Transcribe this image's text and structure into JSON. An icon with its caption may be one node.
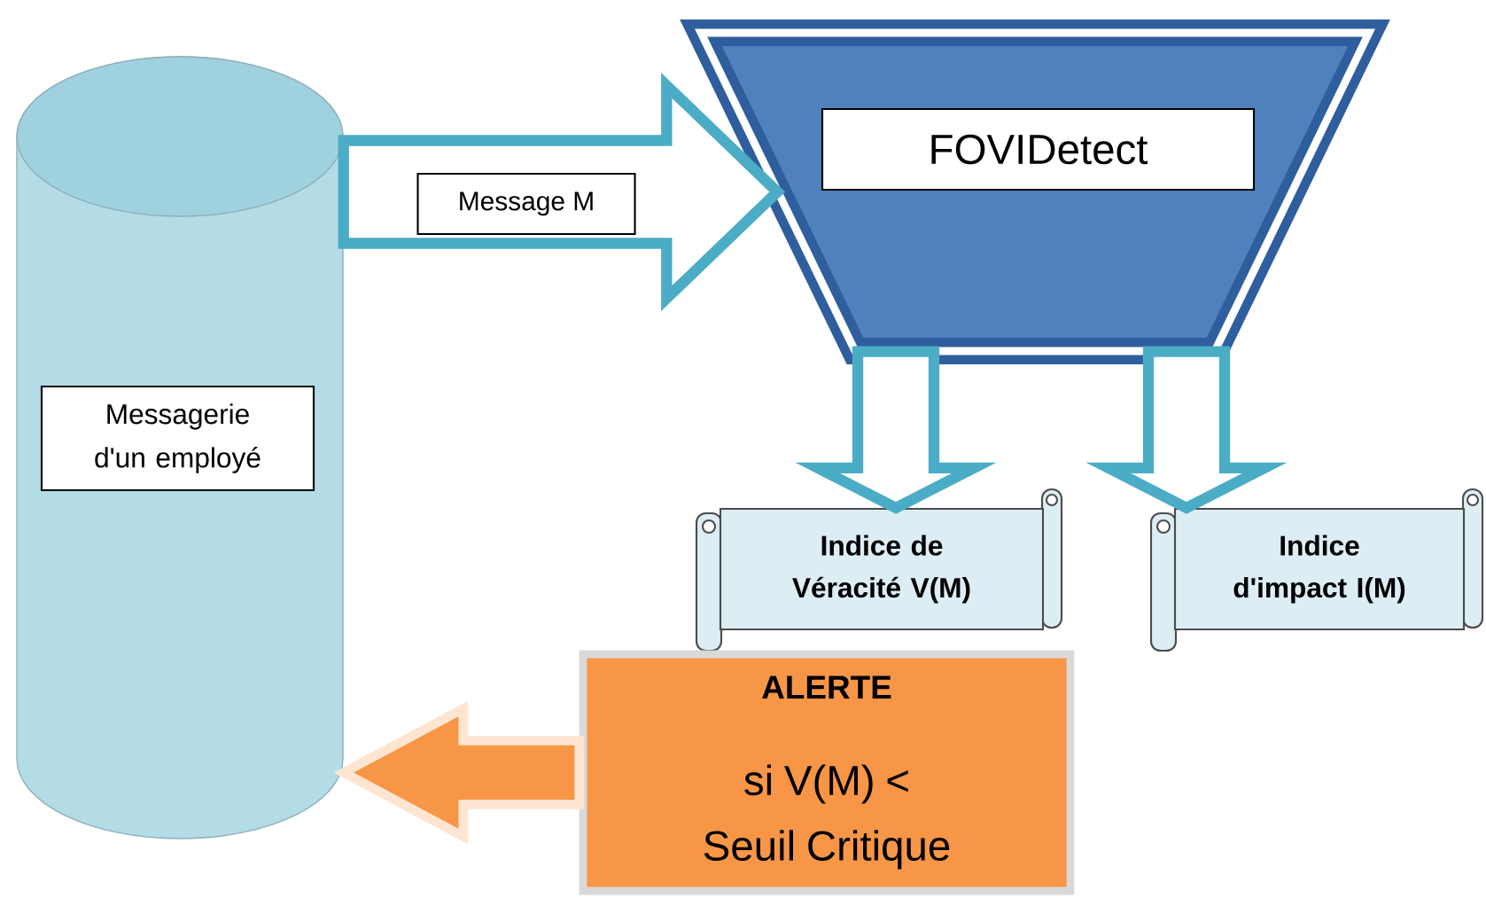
{
  "diagram": {
    "nodes": [
      {
        "text": [],
        "shape": "cylinder"
      },
      {
        "text": [
          "Messagerie d'un employé"
        ],
        "in": 0
      },
      {
        "text": [],
        "shape": "trapezoid"
      },
      {
        "text": [
          "FOVIDetect"
        ],
        "in": 2
      },
      {
        "text": [
          "Indice de Véracité V(M)"
        ]
      },
      {
        "text": [
          "Indice d'impact I(M)"
        ]
      },
      {
        "text": [
          "ALERTE",
          "si V(M) < Seuil Critique"
        ]
      }
    ],
    "edges": [
      {
        "from": 0,
        "to": 2,
        "arrow": "to",
        "label": "Message M"
      },
      {
        "from": 2,
        "to": 4,
        "arrow": "to"
      },
      {
        "from": 2,
        "to": 5,
        "arrow": "to"
      },
      {
        "from": 6,
        "to": 0,
        "arrow": "to",
        "color": "#f79646"
      }
    ]
  }
}
